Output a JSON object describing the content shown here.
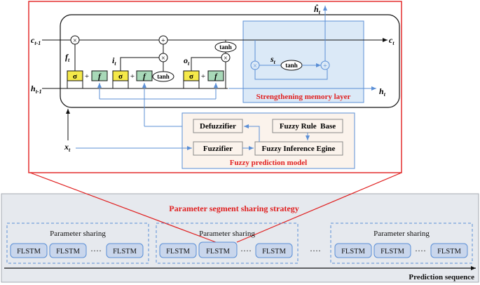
{
  "detail": {
    "inputs": {
      "c_prev": "c",
      "c_prev_sub": "t-1",
      "h_prev": "h",
      "h_prev_sub": "t-1",
      "x_t": "x",
      "x_t_sub": "t"
    },
    "outputs": {
      "c_t": "c",
      "c_t_sub": "t",
      "h_t": "h",
      "h_t_sub": "t",
      "h_hat": "ĥ",
      "h_hat_sub": "t"
    },
    "gates": {
      "f": "f",
      "f_sub": "t",
      "i": "i",
      "i_sub": "t",
      "o": "o",
      "o_sub": "t",
      "s": "s",
      "s_sub": "t"
    },
    "sigma": "σ",
    "func": "f",
    "tanh": "tanh",
    "times": "×",
    "plus": "+",
    "strengthening_memory_layer": "Strengthening memory layer",
    "fuzzy": {
      "defuzzifier": "Defuzzifier",
      "fuzzy_rule_base": "Fuzzy Rule  Base",
      "fuzzifier": "Fuzzifier",
      "inference_engine": "Fuzzy Inference Egine",
      "title": "Fuzzy prediction model"
    }
  },
  "bottom": {
    "strategy_title": "Parameter segment sharing strategy",
    "groups": [
      {
        "label": "Parameter sharing",
        "cells": [
          "FLSTM",
          "FLSTM",
          "FLSTM"
        ],
        "dots": "····"
      },
      {
        "label": "Parameter sharing",
        "cells": [
          "FLSTM",
          "FLSTM",
          "FLSTM"
        ],
        "dots": "····"
      },
      {
        "label": "Parameter sharing",
        "cells": [
          "FLSTM",
          "FLSTM",
          "FLSTM"
        ],
        "dots": "····"
      }
    ],
    "between_dots": "····",
    "axis_label": "Prediction sequence"
  },
  "colors": {
    "red": "#e02020",
    "blue_line": "#5b8fd6",
    "sigma_fill": "#f5e94a",
    "f_fill": "#a8d8b8",
    "strengthen_fill": "#dbe9f7",
    "bottom_fill": "#e6e9ee",
    "cell_fill": "#c9d6ec"
  }
}
